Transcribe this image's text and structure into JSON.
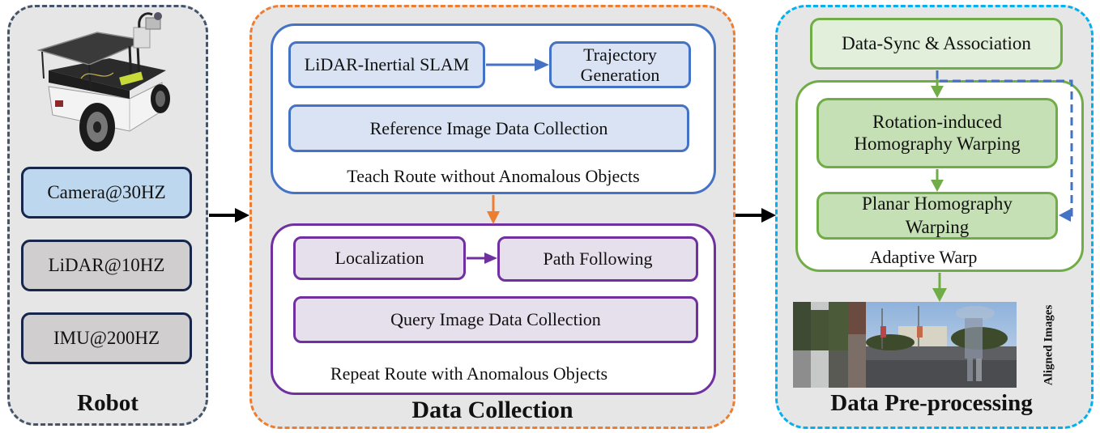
{
  "robot": {
    "title": "Robot",
    "image": "robot-photo",
    "sensors": [
      {
        "label": "Camera@30HZ",
        "fill": "#bdd7ee"
      },
      {
        "label": "LiDAR@10HZ",
        "fill": "#d0cece"
      },
      {
        "label": "IMU@200HZ",
        "fill": "#d0cece"
      }
    ],
    "border_color": "#44546a"
  },
  "data_collection": {
    "title": "Data Collection",
    "border_color": "#ed7d31",
    "teach": {
      "caption": "Teach Route without Anomalous Objects",
      "color": "#4472c4",
      "fill": "#dae3f3",
      "slam": "LiDAR-Inertial SLAM",
      "trajectory": "Trajectory Generation",
      "reference": "Reference Image Data Collection"
    },
    "repeat": {
      "caption": "Repeat Route with Anomalous Objects",
      "color": "#7030a0",
      "fill": "#e6e0ec",
      "localization": "Localization",
      "path_following": "Path Following",
      "query": "Query Image Data Collection"
    }
  },
  "preprocessing": {
    "title": "Data Pre-processing",
    "border_color": "#00b0f0",
    "green": "#70ad47",
    "sync": "Data-Sync & Association",
    "adaptive_warp": {
      "caption": "Adaptive Warp",
      "rotation": "Rotation-induced Homography Warping",
      "planar": "Planar Homography Warping"
    },
    "aligned_label": "Aligned Images",
    "image": "aligned-images-photo"
  }
}
